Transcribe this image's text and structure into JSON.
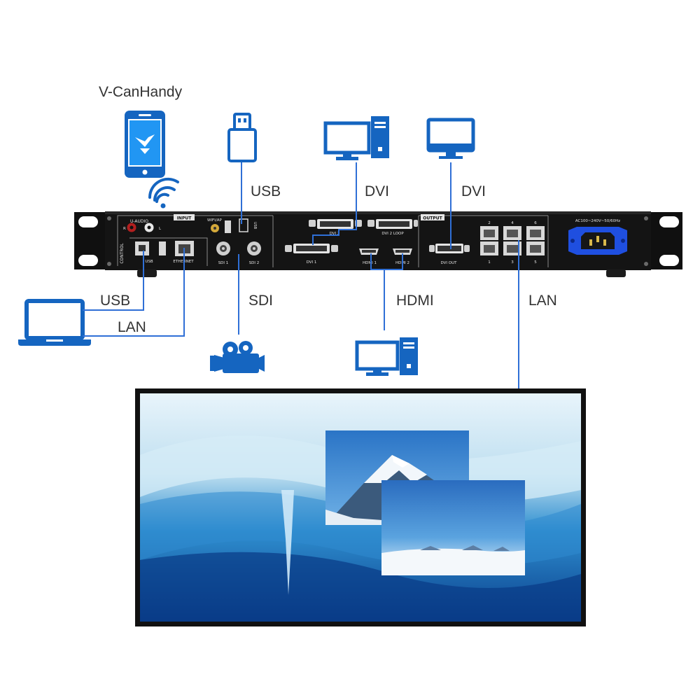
{
  "app_label": "V-CanHandy",
  "connection_labels": {
    "usb_top": "USB",
    "dvi_input": "DVI",
    "dvi_output": "DVI",
    "usb_control": "USB",
    "lan_control": "LAN",
    "sdi": "SDI",
    "hdmi": "HDMI",
    "lan_output": "LAN"
  },
  "panel": {
    "section_input": "INPUT",
    "section_output": "OUTPUT",
    "section_control": "CONTROL",
    "u_audio": "U-AUDIO",
    "audio_r": "R",
    "audio_l": "L",
    "wifi_ap": "WIFI/AP",
    "usb_port": "USB",
    "usb_control": "USB",
    "ethernet": "ETHERNET",
    "sdi1": "SDI 1",
    "sdi2": "SDI 2",
    "dvi1": "DVI 1",
    "dvi2": "DVI 2",
    "dvi2_loop": "DVI 2 LOOP",
    "hdmi1": "HDMI 1",
    "hdmi2": "HDMI 2",
    "dvi_out": "DVI OUT",
    "lan_numbers_top": [
      "2",
      "4",
      "6"
    ],
    "lan_numbers_bottom": [
      "1",
      "3",
      "5"
    ],
    "power": "AC100~240V~50/60Hz"
  },
  "colors": {
    "accent_blue": "#1565c0",
    "line_blue": "#2f6fd6",
    "chassis": "#141414",
    "panel_text": "#e6e6e6",
    "power_blue": "#1f4fe0"
  },
  "icons": [
    "phone-app-icon",
    "wifi-icon",
    "usb-stick-icon",
    "desktop-monitor-icon",
    "computer-tower-icon",
    "laptop-icon",
    "video-camera-icon"
  ]
}
